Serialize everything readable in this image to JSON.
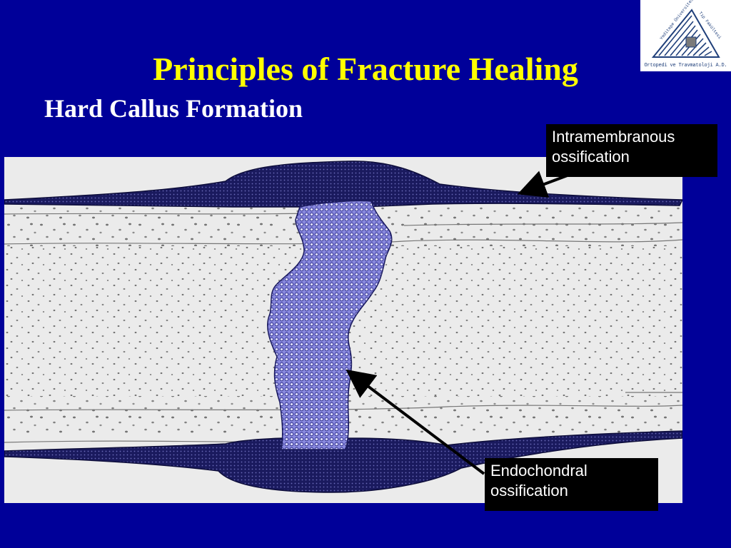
{
  "slide": {
    "title": "Principles of Fracture Healing",
    "subtitle": "Hard Callus Formation"
  },
  "logo": {
    "caption": "Ortopedi ve Travmatoloji A.D.",
    "side_text_left": "Yeditepe Üniversitesi",
    "side_text_right": "Tıp Fakültesi"
  },
  "labels": {
    "intramembranous": [
      "Intramembranous",
      "ossification"
    ],
    "endochondral": [
      "Endochondral",
      "ossification"
    ]
  },
  "colors": {
    "background": "#000099",
    "title": "#ffff00",
    "subtitle": "#ffffff",
    "callus_dark": "#1a1a5e",
    "callus_light": "#8888dd",
    "bone_bg": "#ebebeb",
    "label_bg": "#000000"
  }
}
